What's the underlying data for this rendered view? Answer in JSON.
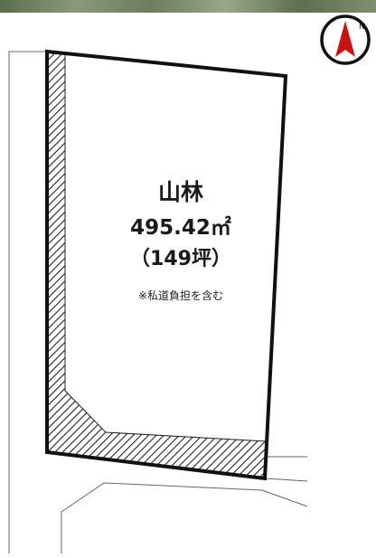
{
  "lot": {
    "type": "山林",
    "area": "495.42㎡",
    "tsubo": "（149坪）",
    "note": "※私道負担を含む"
  },
  "compass": {
    "north_label": "N",
    "arrow_color": "#cc1111"
  },
  "colors": {
    "boundary": "#111111",
    "road_lines": "#666666",
    "hatch": "#222222"
  }
}
